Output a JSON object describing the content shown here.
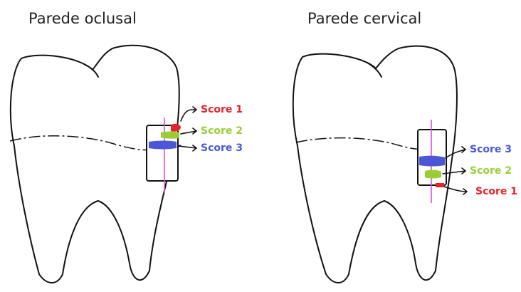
{
  "panels": [
    {
      "title": "Parede oclusal",
      "scores": [
        {
          "label": "Score 1",
          "color": "#e8222a"
        },
        {
          "label": "Score 2",
          "color": "#9acd32"
        },
        {
          "label": "Score 3",
          "color": "#4a58d8"
        }
      ]
    },
    {
      "title": "Parede cervical",
      "scores": [
        {
          "label": "Score 3",
          "color": "#4a58d8"
        },
        {
          "label": "Score 2",
          "color": "#9acd32"
        },
        {
          "label": "Score 1",
          "color": "#e8222a"
        }
      ]
    }
  ]
}
